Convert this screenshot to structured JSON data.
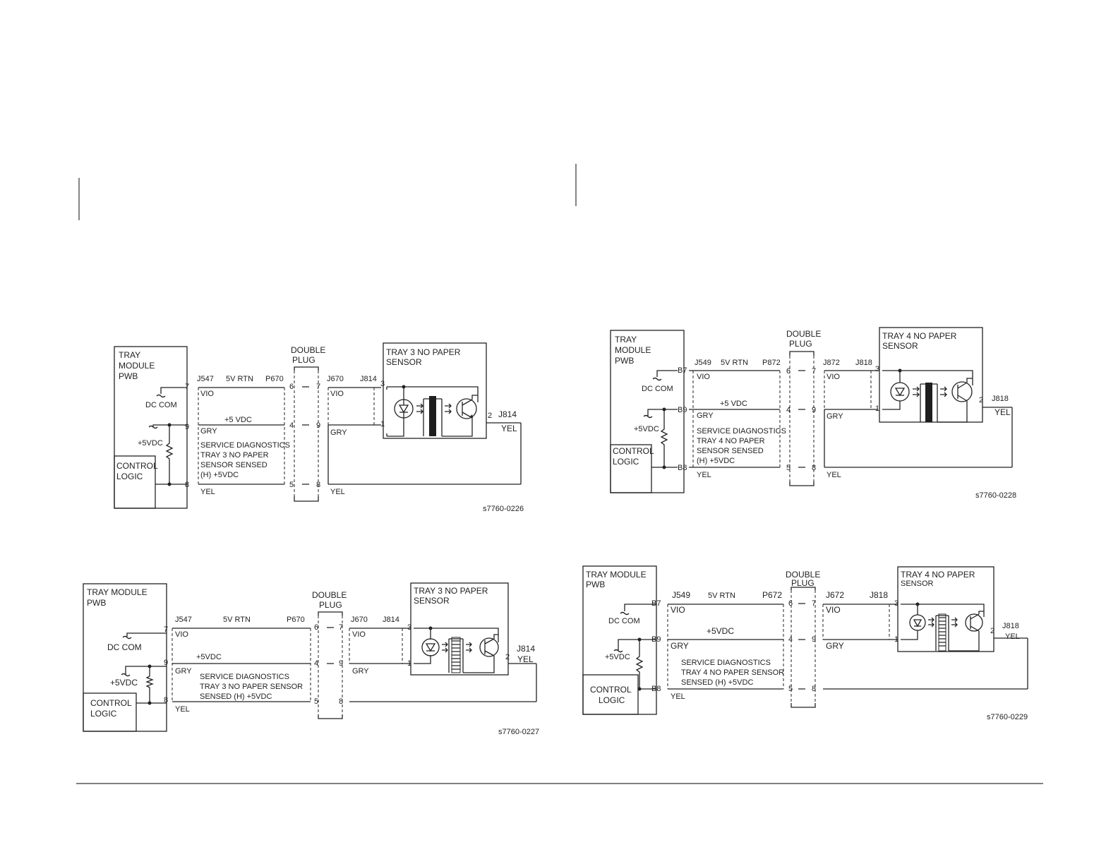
{
  "diagrams": [
    {
      "module_lines": [
        "TRAY",
        "MODULE",
        "PWB"
      ],
      "control_lines": [
        "CONTROL",
        "LOGIC"
      ],
      "dc_com": "DC COM",
      "plus5": "+5VDC",
      "pins_left": [
        "7",
        "9",
        "8"
      ],
      "j_left": "J547",
      "rtn": "5V RTN",
      "p_left": "P670",
      "vio": "VIO",
      "gry": "GRY",
      "yel": "YEL",
      "vdc_line": "+5 VDC",
      "diag_lines": [
        "SERVICE DIAGNOSTICS",
        "TRAY 3 NO PAPER",
        "SENSOR SENSED",
        "(H) +5VDC"
      ],
      "plug_lines": [
        "DOUBLE",
        "PLUG"
      ],
      "plug_left": [
        "6",
        "4",
        "5"
      ],
      "plug_right": [
        "7",
        "9",
        "8"
      ],
      "j_mid": "J670",
      "j_sensor": "J814",
      "sensor_lines": [
        "TRAY 3 NO PAPER",
        "SENSOR"
      ],
      "sensor_pins": [
        "3",
        "1",
        "2"
      ],
      "j_out": "J814",
      "out_wire": "YEL",
      "code": "s7760-0226"
    },
    {
      "module_lines": [
        "TRAY MODULE",
        "PWB"
      ],
      "control_lines": [
        "CONTROL",
        "LOGIC"
      ],
      "dc_com": "DC COM",
      "plus5": "+5VDC",
      "pins_left": [
        "7",
        "9",
        "8"
      ],
      "j_left": "J547",
      "rtn": "5V RTN",
      "p_left": "P670",
      "vio": "VIO",
      "gry": "GRY",
      "yel": "YEL",
      "vdc_line": "+5VDC",
      "diag_lines": [
        "SERVICE DIAGNOSTICS",
        "TRAY 3 NO PAPER SENSOR",
        "SENSED (H) +5VDC"
      ],
      "plug_lines": [
        "DOUBLE",
        "PLUG"
      ],
      "plug_left": [
        "6",
        "4",
        "5"
      ],
      "plug_right": [
        "7",
        "9",
        "8"
      ],
      "j_mid": "J670",
      "j_sensor": "J814",
      "sensor_lines": [
        "TRAY 3 NO PAPER",
        "SENSOR"
      ],
      "sensor_pins": [
        "3",
        "1",
        "2"
      ],
      "j_out": "J814",
      "out_wire": "YEL",
      "code": "s7760-0227"
    },
    {
      "module_lines": [
        "TRAY",
        "MODULE",
        "PWB"
      ],
      "control_lines": [
        "CONTROL",
        "LOGIC"
      ],
      "dc_com": "DC COM",
      "plus5": "+5VDC",
      "pins_left": [
        "B7",
        "B9",
        "B8"
      ],
      "j_left": "J549",
      "rtn": "5V RTN",
      "p_left": "P872",
      "vio": "VIO",
      "gry": "GRY",
      "yel": "YEL",
      "vdc_line": "+5 VDC",
      "diag_lines": [
        "SERVICE DIAGNOSTICS",
        "TRAY 4 NO PAPER",
        "SENSOR SENSED",
        "(H) +5VDC"
      ],
      "plug_lines": [
        "DOUBLE",
        "PLUG"
      ],
      "plug_left": [
        "6",
        "4",
        "5"
      ],
      "plug_right": [
        "7",
        "9",
        "8"
      ],
      "j_mid": "J872",
      "j_sensor": "J818",
      "sensor_lines": [
        "TRAY 4 NO PAPER",
        "SENSOR"
      ],
      "sensor_pins": [
        "3",
        "1",
        "2"
      ],
      "j_out": "J818",
      "out_wire": "YEL",
      "code": "s7760-0228"
    },
    {
      "module_lines": [
        "TRAY MODULE",
        "PWB"
      ],
      "control_lines": [
        "CONTROL",
        "LOGIC"
      ],
      "dc_com": "DC COM",
      "plus5": "+5VDC",
      "pins_left": [
        "B7",
        "B9",
        "B8"
      ],
      "j_left": "J549",
      "rtn": "5V RTN",
      "p_left": "P672",
      "vio": "VIO",
      "gry": "GRY",
      "yel": "YEL",
      "vdc_line": "+5VDC",
      "diag_lines": [
        "SERVICE DIAGNOSTICS",
        "TRAY 4 NO PAPER SENSOR",
        "SENSED (H) +5VDC"
      ],
      "plug_lines": [
        "DOUBLE",
        "PLUG"
      ],
      "plug_left": [
        "6",
        "4",
        "5"
      ],
      "plug_right": [
        "7",
        "9",
        "8"
      ],
      "j_mid": "J672",
      "j_sensor": "J818",
      "sensor_lines": [
        "TRAY 4 NO PAPER",
        "SENSOR"
      ],
      "sensor_pins": [
        "3",
        "1",
        "2"
      ],
      "j_out": "J818",
      "out_wire": "YEL",
      "code": "s7760-0229"
    }
  ]
}
